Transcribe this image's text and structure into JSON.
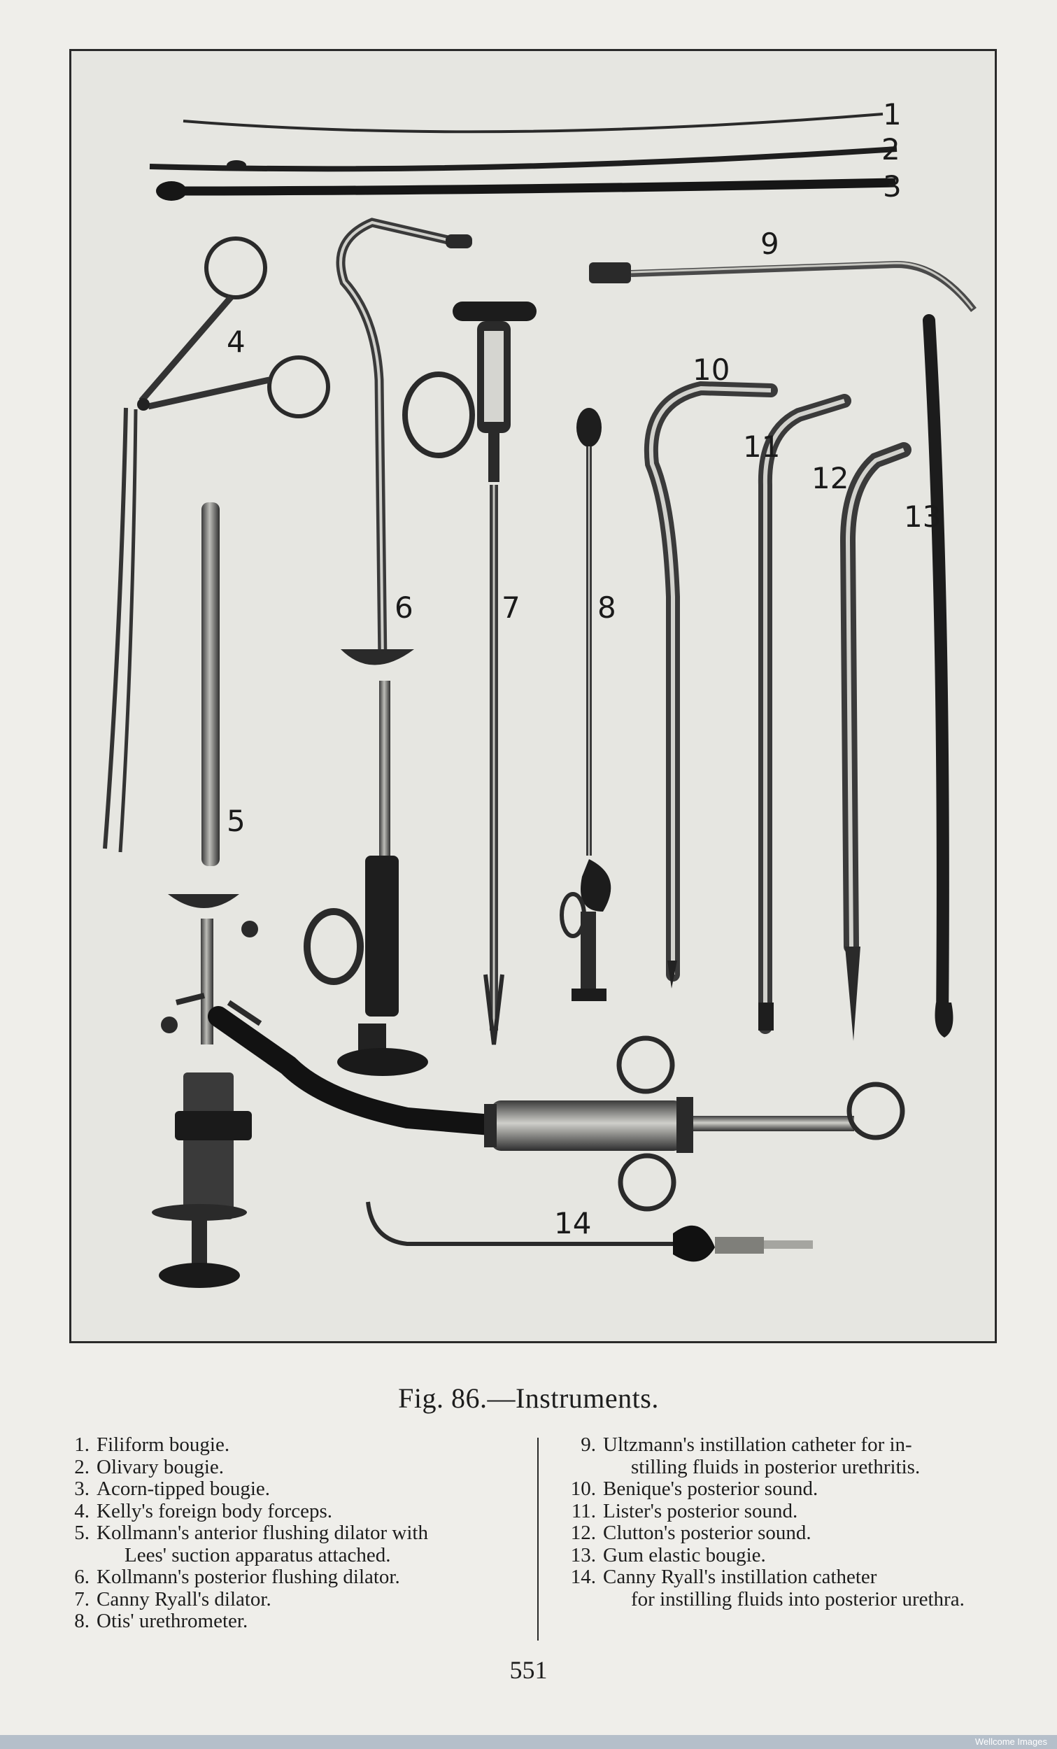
{
  "figure": {
    "numbers": [
      "1",
      "2",
      "3",
      "4",
      "5",
      "6",
      "7",
      "8",
      "9",
      "10",
      "11",
      "12",
      "13",
      "14"
    ]
  },
  "caption": {
    "prefix": "Fig.",
    "text": "86.—Instruments."
  },
  "legend": {
    "left": [
      {
        "n": "1.",
        "text": "Filiform bougie."
      },
      {
        "n": "2.",
        "text": "Olivary bougie."
      },
      {
        "n": "3.",
        "text": "Acorn-tipped bougie."
      },
      {
        "n": "4.",
        "text": "Kelly's foreign body forceps."
      },
      {
        "n": "5.",
        "text": "Kollmann's anterior flushing dilator with",
        "cont": "Lees' suction apparatus attached."
      },
      {
        "n": "6.",
        "text": "Kollmann's posterior flushing dilator."
      },
      {
        "n": "7.",
        "text": "Canny Ryall's dilator."
      },
      {
        "n": "8.",
        "text": "Otis' urethrometer."
      }
    ],
    "right": [
      {
        "n": "9.",
        "text": "Ultzmann's instillation catheter for in-",
        "cont": "stilling fluids in posterior urethritis."
      },
      {
        "n": "10.",
        "text": "Benique's posterior sound."
      },
      {
        "n": "11.",
        "text": "Lister's posterior sound."
      },
      {
        "n": "12.",
        "text": "Clutton's posterior sound."
      },
      {
        "n": "13.",
        "text": "Gum elastic bougie."
      },
      {
        "n": "14.",
        "text": "Canny Ryall's instillation catheter",
        "cont": "for instilling fluids into posterior urethra."
      }
    ]
  },
  "page_number": "551",
  "credit": "Wellcome Images"
}
